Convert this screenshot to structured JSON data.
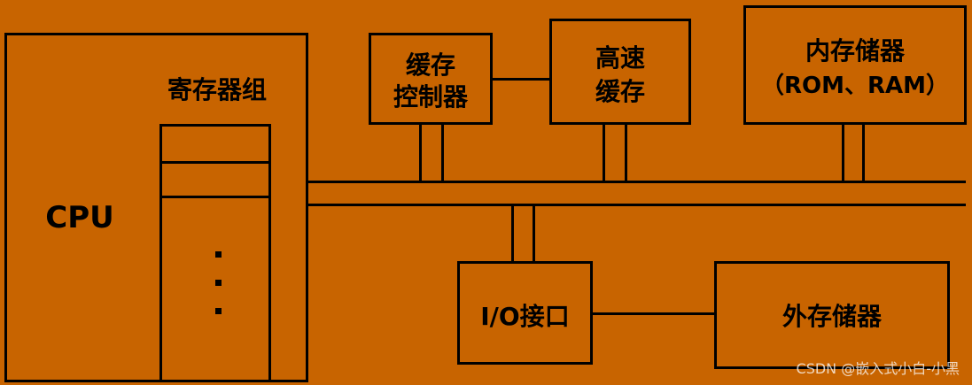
{
  "cpu": {
    "label": "CPU",
    "register_group": "寄存器组"
  },
  "cache_controller": {
    "line1": "缓存",
    "line2": "控制器"
  },
  "high_speed_cache": {
    "line1": "高速",
    "line2": "缓存"
  },
  "main_memory": {
    "line1": "内存储器",
    "line2": "（ROM、RAM）"
  },
  "io_interface": {
    "label": "I/O接口"
  },
  "external_storage": {
    "label": "外存储器"
  },
  "watermark": "CSDN @嵌入式小白-小黑"
}
